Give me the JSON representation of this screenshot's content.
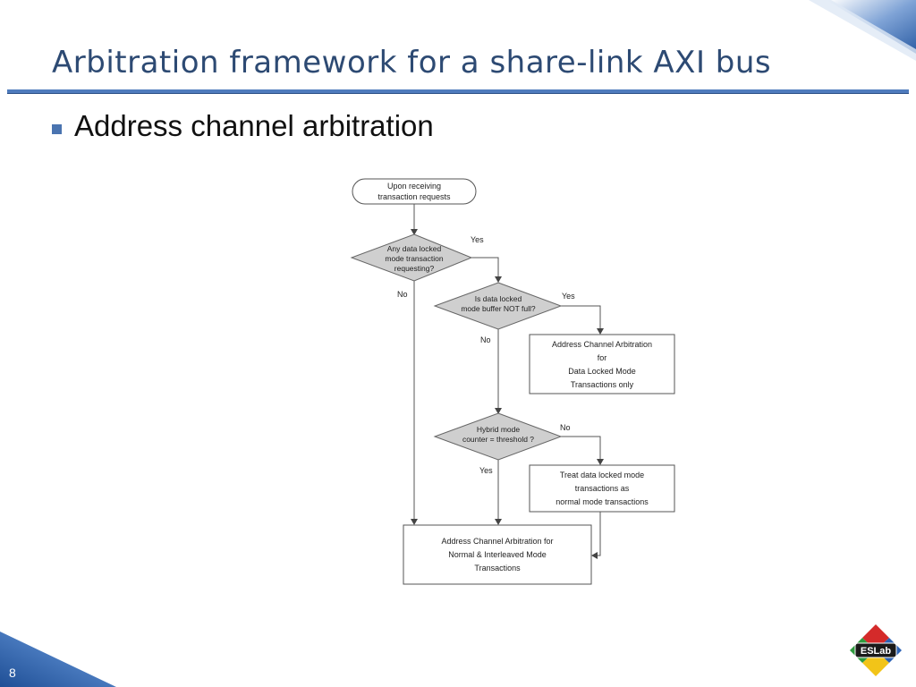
{
  "slide": {
    "title": "Arbitration framework for a share-link AXI bus",
    "bullet": "Address channel arbitration",
    "page_number": "8",
    "logo_text": "ESLab"
  },
  "flowchart": {
    "start": [
      "Upon receiving",
      "transaction requests"
    ],
    "decision1": [
      "Any data locked",
      "mode transaction",
      "requesting?"
    ],
    "decision1_yes": "Yes",
    "decision1_no": "No",
    "decision2": [
      "Is data locked",
      "mode buffer NOT full?"
    ],
    "decision2_yes": "Yes",
    "decision2_no": "No",
    "box_locked": [
      "Address Channel Arbitration",
      "for",
      "Data Locked Mode",
      "Transactions only"
    ],
    "decision3": [
      "Hybrid mode",
      "counter = threshold ?"
    ],
    "decision3_no": "No",
    "decision3_yes": "Yes",
    "box_treat": [
      "Treat  data locked mode",
      "transactions as",
      "normal mode transactions"
    ],
    "box_normal": [
      "Address Channel Arbitration for",
      "Normal & Interleaved Mode",
      "Transactions"
    ]
  },
  "colors": {
    "title": "#2d4a73",
    "rule": "#4f7bbd",
    "decision_fill": "#cfcfcf",
    "corner_blue": "#3d6fb0"
  }
}
